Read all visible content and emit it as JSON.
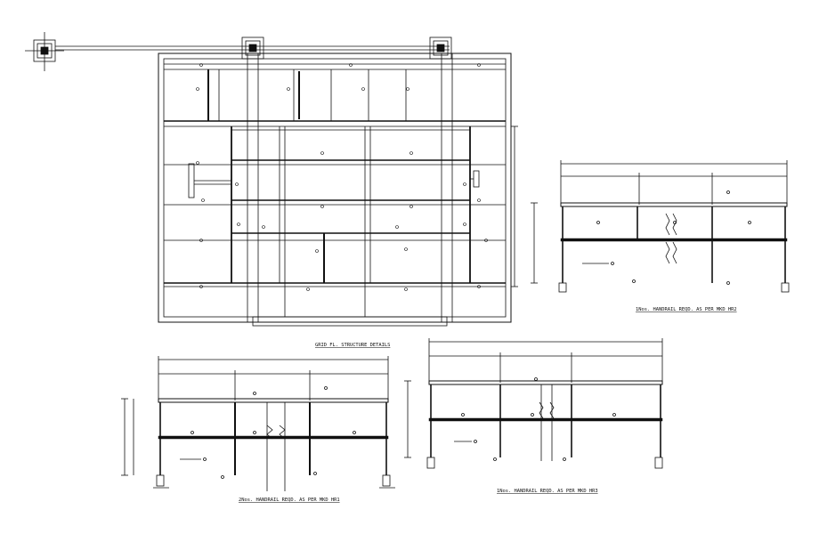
{
  "captions": {
    "plan": "GRID FL. STRUCTURE DETAILS",
    "railing_top": "1Nos. HANDRAIL REQD. AS PER MKD HR2",
    "railing_left": "2Nos. HANDRAIL REQD. AS PER MKD HR1",
    "railing_right": "1Nos. HANDRAIL REQD. AS PER MKD HR3"
  },
  "colors": {
    "line": "#111111",
    "background": "#ffffff"
  },
  "icons": {
    "break_symbol": "zigzag-break",
    "column_plate": "base-plate"
  }
}
